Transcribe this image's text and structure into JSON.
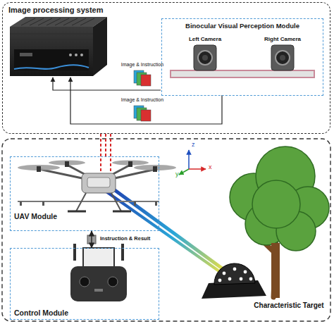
{
  "diagram": {
    "nodes": [
      {
        "text": [
          "Image processing system"
        ]
      },
      {
        "text": [
          "Binocular Visual Perception Module"
        ],
        "in": 0
      },
      {
        "text": [
          "UAV Module"
        ]
      },
      {
        "text": [
          "Control  Module"
        ]
      }
    ],
    "edges": [
      {
        "from": 3,
        "to": 2,
        "label": "Instruction & Result",
        "arrow": "both"
      },
      {
        "from": 2,
        "to": 0,
        "arrow": "none"
      }
    ],
    "labels": [
      "Left Camera",
      "Right Camera",
      "Image & Instruction",
      "Image & Instruction",
      "z",
      "y",
      "x",
      "Characteristic Target"
    ]
  }
}
